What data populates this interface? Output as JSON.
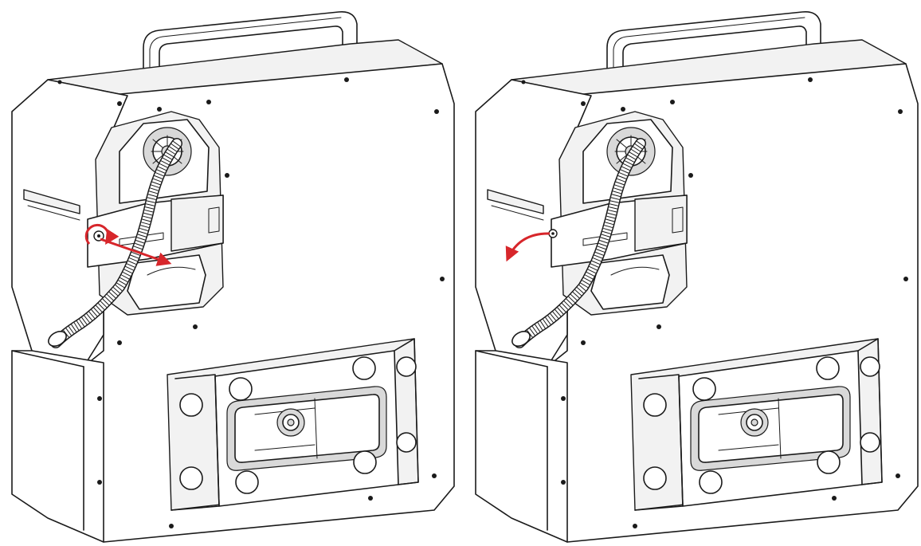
{
  "figure": {
    "panels": [
      {
        "id": "step-1",
        "arrows": [
          "rotate-screw",
          "slide-bracket-right"
        ]
      },
      {
        "id": "step-2",
        "arrows": [
          "swing-bracket-left"
        ]
      }
    ],
    "accent_color": "#d7262b",
    "line_color": "#1a1a1a"
  }
}
